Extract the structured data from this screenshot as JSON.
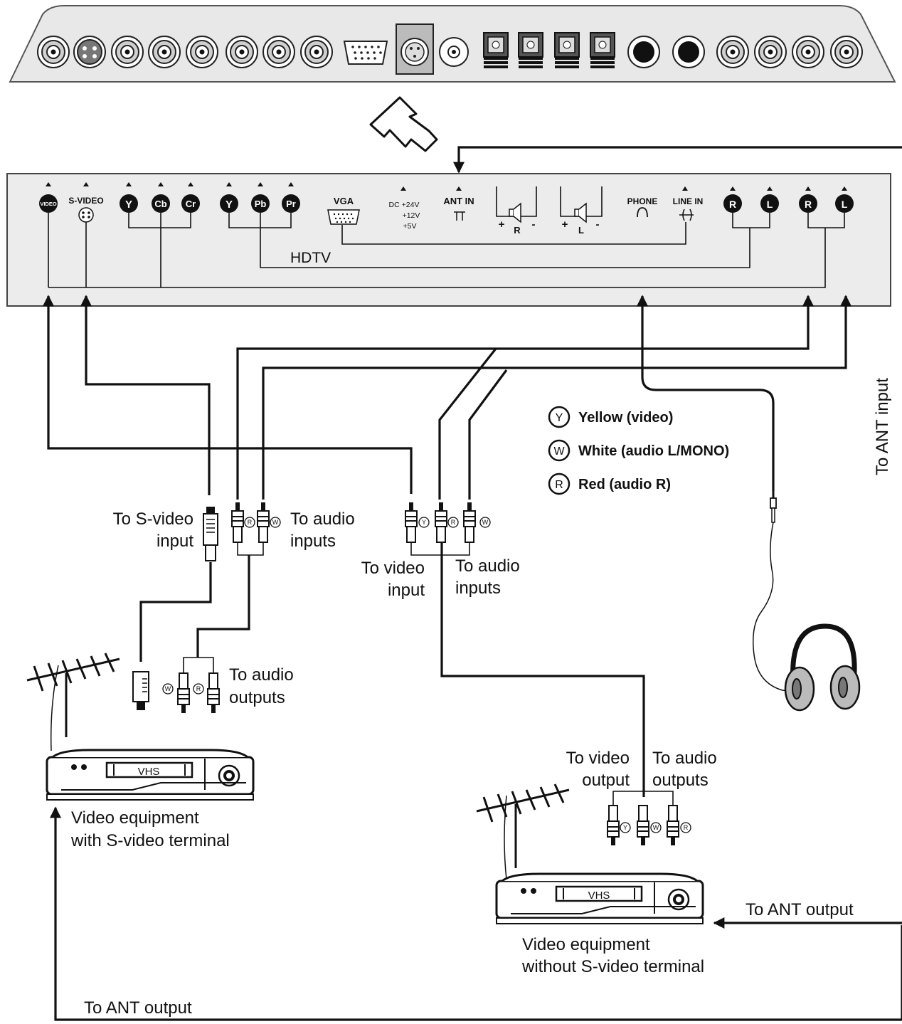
{
  "panel": {
    "video": "VIDEO",
    "svideo": "S-VIDEO",
    "y1": "Y",
    "cb": "Cb",
    "cr": "Cr",
    "y2": "Y",
    "pb": "Pb",
    "pr": "Pr",
    "vga": "VGA",
    "dc": [
      "DC +24V",
      "+12V",
      "+5V"
    ],
    "antin": "ANT IN",
    "spk_r": "R",
    "spk_l": "L",
    "plus": "+",
    "minus": "-",
    "phone": "PHONE",
    "linein": "LINE IN",
    "r1": "R",
    "l1": "L",
    "r2": "R",
    "l2": "L",
    "hdtv": "HDTV"
  },
  "legend": {
    "y_letter": "Y",
    "y_text": "Yellow (video)",
    "w_letter": "W",
    "w_text": "White (audio L/MONO)",
    "r_letter": "R",
    "r_text": "Red (audio R)"
  },
  "labels": {
    "to_svideo_input": [
      "To S-video",
      "input"
    ],
    "to_audio_inputs_1": [
      "To audio",
      "inputs"
    ],
    "to_video_input": [
      "To video",
      "input"
    ],
    "to_audio_inputs_2": [
      "To audio",
      "inputs"
    ],
    "to_audio_outputs_1": [
      "To audio",
      "outputs"
    ],
    "to_video_output": [
      "To video",
      "output"
    ],
    "to_audio_outputs_2": [
      "To audio",
      "outputs"
    ],
    "to_ant_input": "To ANT input",
    "to_ant_output_right": "To ANT output",
    "to_ant_output_bottom": "To ANT output",
    "vcr1_caption": [
      "Video equipment",
      "with S-video terminal"
    ],
    "vcr2_caption": [
      "Video equipment",
      "without S-video terminal"
    ],
    "vhs1": "VHS",
    "vhs2": "VHS"
  },
  "plug_marks": {
    "r": "R",
    "w": "W",
    "y": "Y"
  }
}
